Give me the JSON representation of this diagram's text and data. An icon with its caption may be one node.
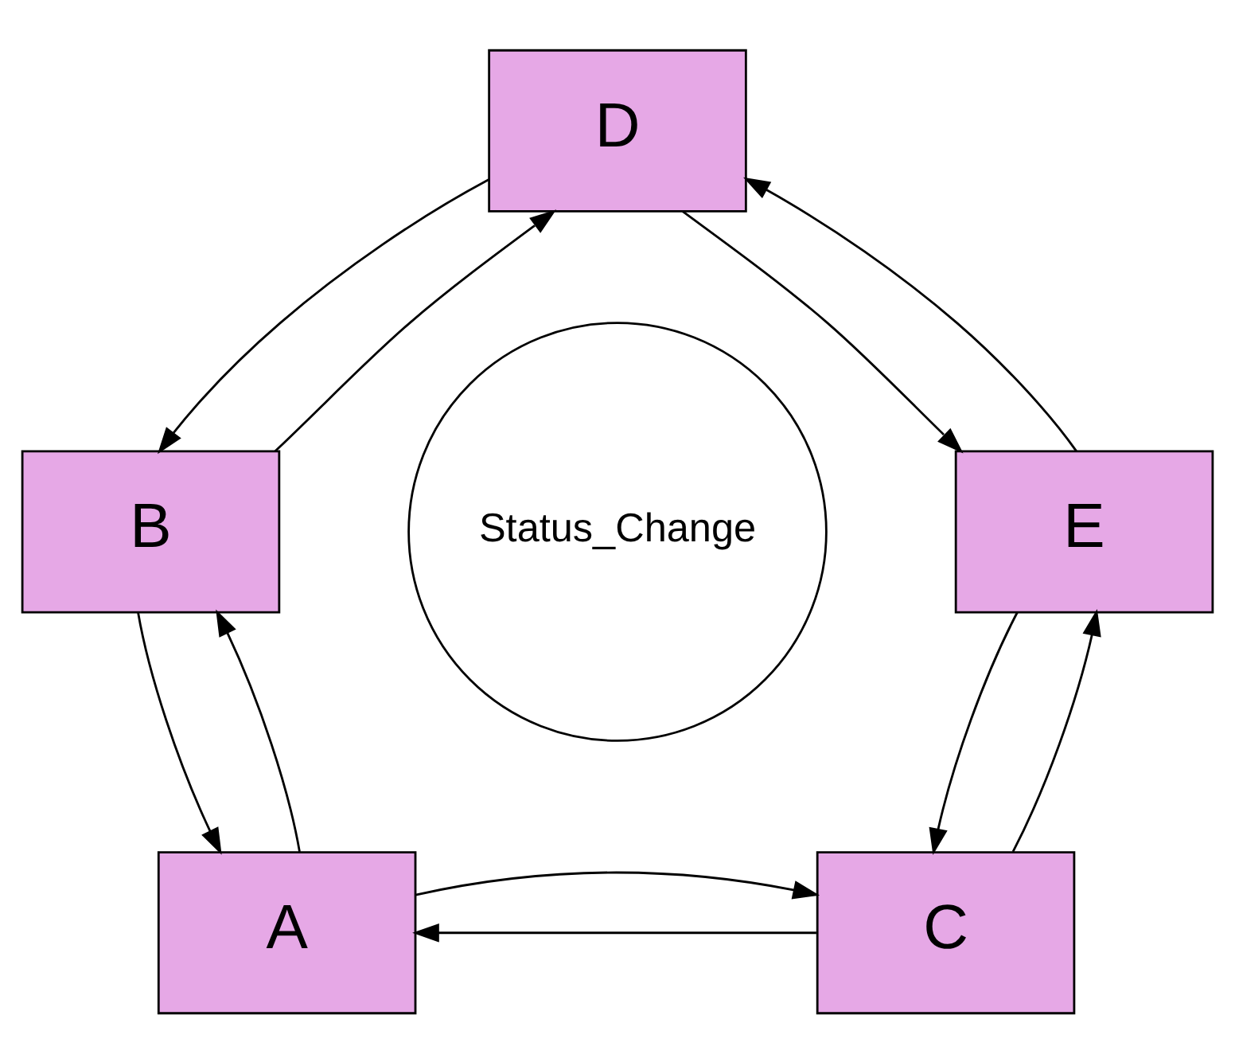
{
  "diagram": {
    "nodes": [
      {
        "text": [
          "D"
        ]
      },
      {
        "text": [
          "B"
        ]
      },
      {
        "text": [
          "E"
        ]
      },
      {
        "text": [
          "Status_Change"
        ]
      },
      {
        "text": [
          "A"
        ]
      },
      {
        "text": [
          "C"
        ]
      }
    ],
    "edges": [
      {
        "from": 0,
        "to": 1,
        "arrow": "to"
      },
      {
        "from": 1,
        "to": 0,
        "arrow": "to"
      },
      {
        "from": 0,
        "to": 2,
        "arrow": "to"
      },
      {
        "from": 2,
        "to": 0,
        "arrow": "to"
      },
      {
        "from": 1,
        "to": 4,
        "arrow": "to"
      },
      {
        "from": 4,
        "to": 1,
        "arrow": "to"
      },
      {
        "from": 5,
        "to": 4,
        "arrow": "to"
      },
      {
        "from": 4,
        "to": 5,
        "arrow": "to"
      },
      {
        "from": 2,
        "to": 5,
        "arrow": "to"
      },
      {
        "from": 5,
        "to": 2,
        "arrow": "to"
      }
    ]
  }
}
